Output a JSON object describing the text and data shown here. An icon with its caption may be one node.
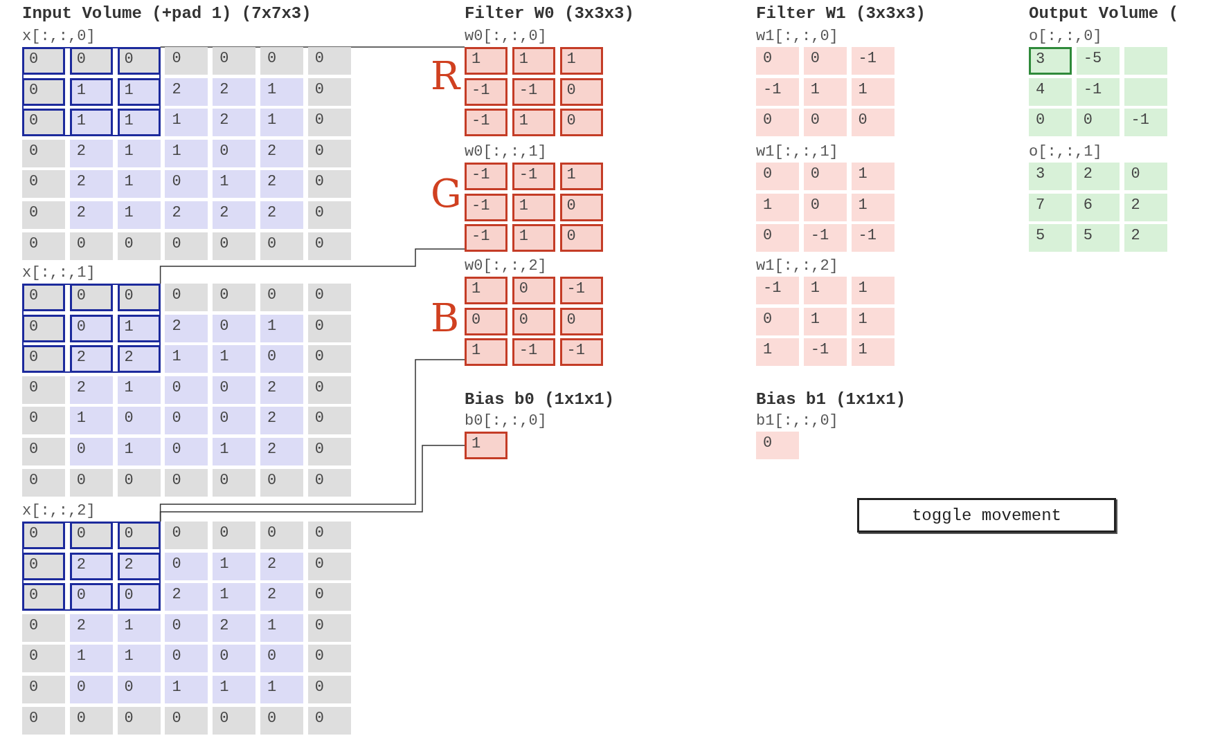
{
  "diagram": {
    "nodes": [
      {
        "text": [
          "x[:,:,0]",
          "0",
          "0",
          "0",
          "0",
          "2",
          "2",
          "1",
          "0",
          "1",
          "2",
          "1",
          "0",
          "0",
          "2",
          "1",
          "1",
          "0",
          "2",
          "0",
          "0",
          "2",
          "1",
          "0",
          "1",
          "2",
          "0",
          "0",
          "2",
          "1",
          "2",
          "2",
          "2",
          "0",
          "0",
          "0",
          "0",
          "0",
          "0",
          "0",
          "0"
        ]
      },
      {
        "text": [
          "0",
          "0",
          "0",
          "0",
          "1",
          "1",
          "0",
          "1",
          "1"
        ],
        "in": 0
      },
      {
        "text": [
          "x[:,:,1]",
          "0",
          "0",
          "0",
          "0",
          "2",
          "0",
          "1",
          "0",
          "1",
          "1",
          "0",
          "0",
          "0",
          "2",
          "1",
          "0",
          "0",
          "2",
          "0",
          "0",
          "1",
          "0",
          "0",
          "0",
          "2",
          "0",
          "0",
          "0",
          "1",
          "0",
          "1",
          "2",
          "0",
          "0",
          "0",
          "0",
          "0",
          "0",
          "0",
          "0"
        ]
      },
      {
        "text": [
          "0",
          "0",
          "0",
          "0",
          "0",
          "1",
          "0",
          "2",
          "2"
        ],
        "in": 2
      },
      {
        "text": [
          "x[:,:,2]",
          "0",
          "0",
          "0",
          "0",
          "0",
          "1",
          "2",
          "0",
          "2",
          "1",
          "2",
          "0",
          "0",
          "2",
          "1",
          "0",
          "2",
          "1",
          "0",
          "0",
          "1",
          "1",
          "0",
          "0",
          "0",
          "0",
          "0",
          "0",
          "0",
          "1",
          "1",
          "1",
          "0",
          "0",
          "0",
          "0",
          "0",
          "0",
          "0",
          "0"
        ]
      },
      {
        "text": [
          "0",
          "0",
          "0",
          "0",
          "2",
          "2",
          "0",
          "0",
          "0"
        ],
        "in": 4
      },
      {
        "text": [
          "w0[:,:,0]",
          "1",
          "1",
          "1",
          "-1",
          "-1",
          "0",
          "-1",
          "1",
          "0"
        ]
      },
      {
        "text": [
          "w0[:,:,1]",
          "-1",
          "-1",
          "1",
          "-1",
          "1",
          "0",
          "-1",
          "1",
          "0"
        ]
      },
      {
        "text": [
          "w0[:,:,2]",
          "1",
          "0",
          "-1",
          "0",
          "0",
          "0",
          "1",
          "-1",
          "-1"
        ]
      },
      {
        "text": [
          "b0[:,:,0]",
          "1"
        ]
      },
      {
        "text": [
          "w1[:,:,0]",
          "0",
          "0",
          "-1",
          "-1",
          "1",
          "1",
          "0",
          "0",
          "0"
        ]
      },
      {
        "text": [
          "w1[:,:,1]",
          "0",
          "0",
          "1",
          "1",
          "0",
          "1",
          "0",
          "-1",
          "-1"
        ]
      },
      {
        "text": [
          "w1[:,:,2]",
          "-1",
          "1",
          "1",
          "0",
          "1",
          "1",
          "1",
          "-1",
          "1"
        ]
      },
      {
        "text": [
          "b1[:,:,0]",
          "0"
        ]
      },
      {
        "text": [
          "o[:,:,0]",
          "3",
          "-5",
          "4",
          "-1",
          "0",
          "0",
          "-1"
        ]
      },
      {
        "text": [
          "o[:,:,1]",
          "3",
          "2",
          "0",
          "7",
          "6",
          "2",
          "5",
          "5",
          "2"
        ]
      },
      {
        "text": [
          "toggle movement"
        ]
      }
    ],
    "edges": [
      {
        "from": 1,
        "to": 6,
        "arrow": "none"
      },
      {
        "from": 3,
        "to": 7,
        "arrow": "none"
      },
      {
        "from": 5,
        "to": 8,
        "arrow": "none"
      },
      {
        "from": 5,
        "to": 9,
        "arrow": "none"
      }
    ],
    "labels": [
      "Input Volume (+pad 1) (7x7x3)",
      "Filter W0 (3x3x3)",
      "Filter W1 (3x3x3)",
      "Output Volume (",
      "R",
      "G",
      "B",
      "Bias b0 (1x1x1)",
      "Bias b1 (1x1x1)"
    ]
  }
}
